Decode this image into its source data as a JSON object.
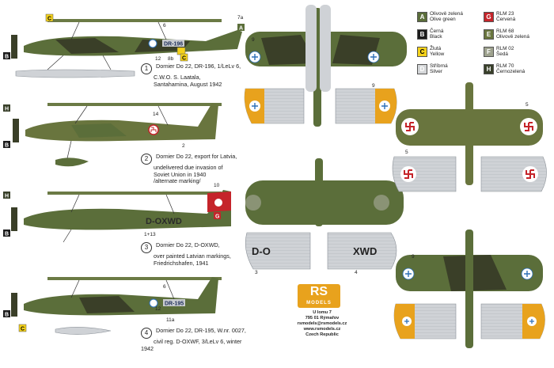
{
  "colors": {
    "olive": "#5b6e3a",
    "dark": "#3a3f28",
    "yellow": "#f4d21b",
    "silver": "#cfd2d6",
    "underside": "#b9c1c9",
    "rlm23": "#c5242a",
    "rlm68": "#69753e",
    "rlm02": "#9ea28e",
    "rlm70": "#39402a",
    "blue": "#2c6fb8",
    "orange": "#e8a21d"
  },
  "captions": [
    {
      "num": "1",
      "lines": [
        "Dornier Do 22, DR-196, 1/LeLv 6,",
        "C.W.O. S. Laatala,",
        "Santahamina, August 1942"
      ]
    },
    {
      "num": "2",
      "lines": [
        "Dornier Do 22, export for Latvia,",
        "undelivered due invasion of",
        "Soviet Union in 1940",
        "/alternate marking/"
      ]
    },
    {
      "num": "3",
      "lines": [
        "Dornier Do 22, D-OXWD,",
        "over painted Latvian markings,",
        "Friedrichshafen, 1941"
      ]
    },
    {
      "num": "4",
      "lines": [
        "Dornier Do 22, DR-195, W.nr. 0027,",
        "civil reg. D-OXWF, 3/LeLv 6, winter 1942"
      ]
    }
  ],
  "legend": [
    {
      "code": "A",
      "line1": "Olivově zelená",
      "line2": "Olive green",
      "color": "#5b6e3a",
      "text": "#fff"
    },
    {
      "code": "G",
      "line1": "RLM 23",
      "line2": "Červená",
      "color": "#c5242a",
      "text": "#fff"
    },
    {
      "code": "B",
      "line1": "Černá",
      "line2": "Black",
      "color": "#1c1c1c",
      "text": "#fff"
    },
    {
      "code": "E",
      "line1": "RLM 68",
      "line2": "Olivově zelená",
      "color": "#69753e",
      "text": "#fff"
    },
    {
      "code": "C",
      "line1": "Žlutá",
      "line2": "Yellow",
      "color": "#f4d21b",
      "text": "#000"
    },
    {
      "code": "F",
      "line1": "RLM 02",
      "line2": "Šedá",
      "color": "#9ea28e",
      "text": "#fff"
    },
    {
      "code": "D",
      "line1": "Stříbrná",
      "line2": "Silver",
      "color": "#d4d6d8",
      "text": "#fff"
    },
    {
      "code": "H",
      "line1": "RLM 70",
      "line2": "Černozelená",
      "color": "#39402a",
      "text": "#fff"
    }
  ],
  "markings": {
    "code1": "DR-196",
    "code4": "DR-195",
    "code3": "D-OXWD",
    "wing_left3": "D-O",
    "wing_right3": "XWD"
  },
  "callouts": {
    "n7a": "7a",
    "n6": "6",
    "n8b": "8b",
    "n12": "12",
    "n14": "14",
    "n2": "2",
    "n10": "10",
    "n1_13": "1+13",
    "n11a": "11a",
    "n9": "9",
    "n5": "5",
    "n3": "3",
    "n4": "4"
  },
  "rs_logo": {
    "big": "RS",
    "small": "MODELS"
  },
  "footer": [
    "U lomu 7",
    "795 01 Rýmařov",
    "rsmodels@rsmodels.cz",
    "www.rsmodels.cz",
    "Czech Republic"
  ]
}
